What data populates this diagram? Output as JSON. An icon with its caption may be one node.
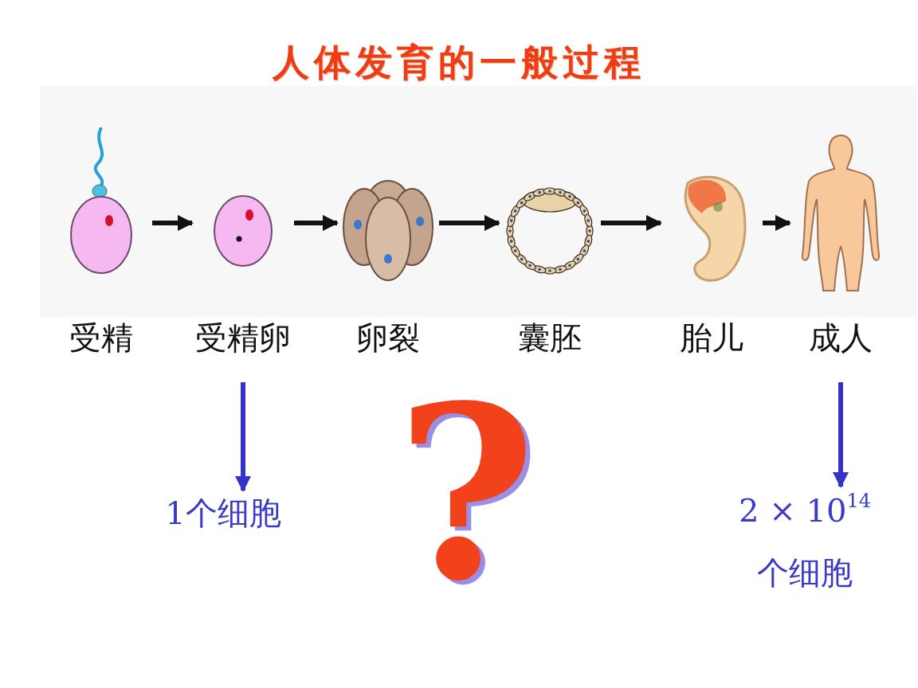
{
  "diagram": {
    "title": "人体发育的一般过程",
    "nodes": [
      {
        "text": [
          "受精"
        ]
      },
      {
        "text": [
          "受精卵"
        ]
      },
      {
        "text": [
          "卵裂"
        ]
      },
      {
        "text": [
          "囊胚"
        ]
      },
      {
        "text": [
          "胎儿"
        ]
      },
      {
        "text": [
          "成人"
        ]
      },
      {
        "text": [
          "1个细胞"
        ]
      },
      {
        "text": [
          "2 × 10$^{14}$",
          "个细胞"
        ]
      }
    ],
    "edges": [
      {
        "from": 0,
        "to": 1,
        "arrow": "to"
      },
      {
        "from": 1,
        "to": 2,
        "arrow": "to"
      },
      {
        "from": 2,
        "to": 3,
        "arrow": "to"
      },
      {
        "from": 3,
        "to": 4,
        "arrow": "to"
      },
      {
        "from": 4,
        "to": 5,
        "arrow": "to"
      },
      {
        "from": 1,
        "to": 6,
        "arrow": "to",
        "color": "#3333cc"
      },
      {
        "from": 5,
        "to": 7,
        "arrow": "to",
        "color": "#3333cc"
      }
    ],
    "labels": [
      "?"
    ]
  }
}
